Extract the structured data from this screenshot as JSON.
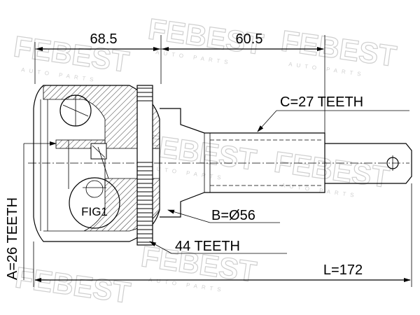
{
  "watermark": {
    "brand": "FEBEST",
    "sub": "AUTO PARTS"
  },
  "dimensions": {
    "left_length": "68.5",
    "right_length": "60.5",
    "total_length": "L=172"
  },
  "callouts": {
    "outer_spline": "C=27 TEETH",
    "diameter": "B=Ø56",
    "abs_ring": "44 TEETH",
    "inner_spline": "A=26 TEETH",
    "figure": "FIG1"
  }
}
